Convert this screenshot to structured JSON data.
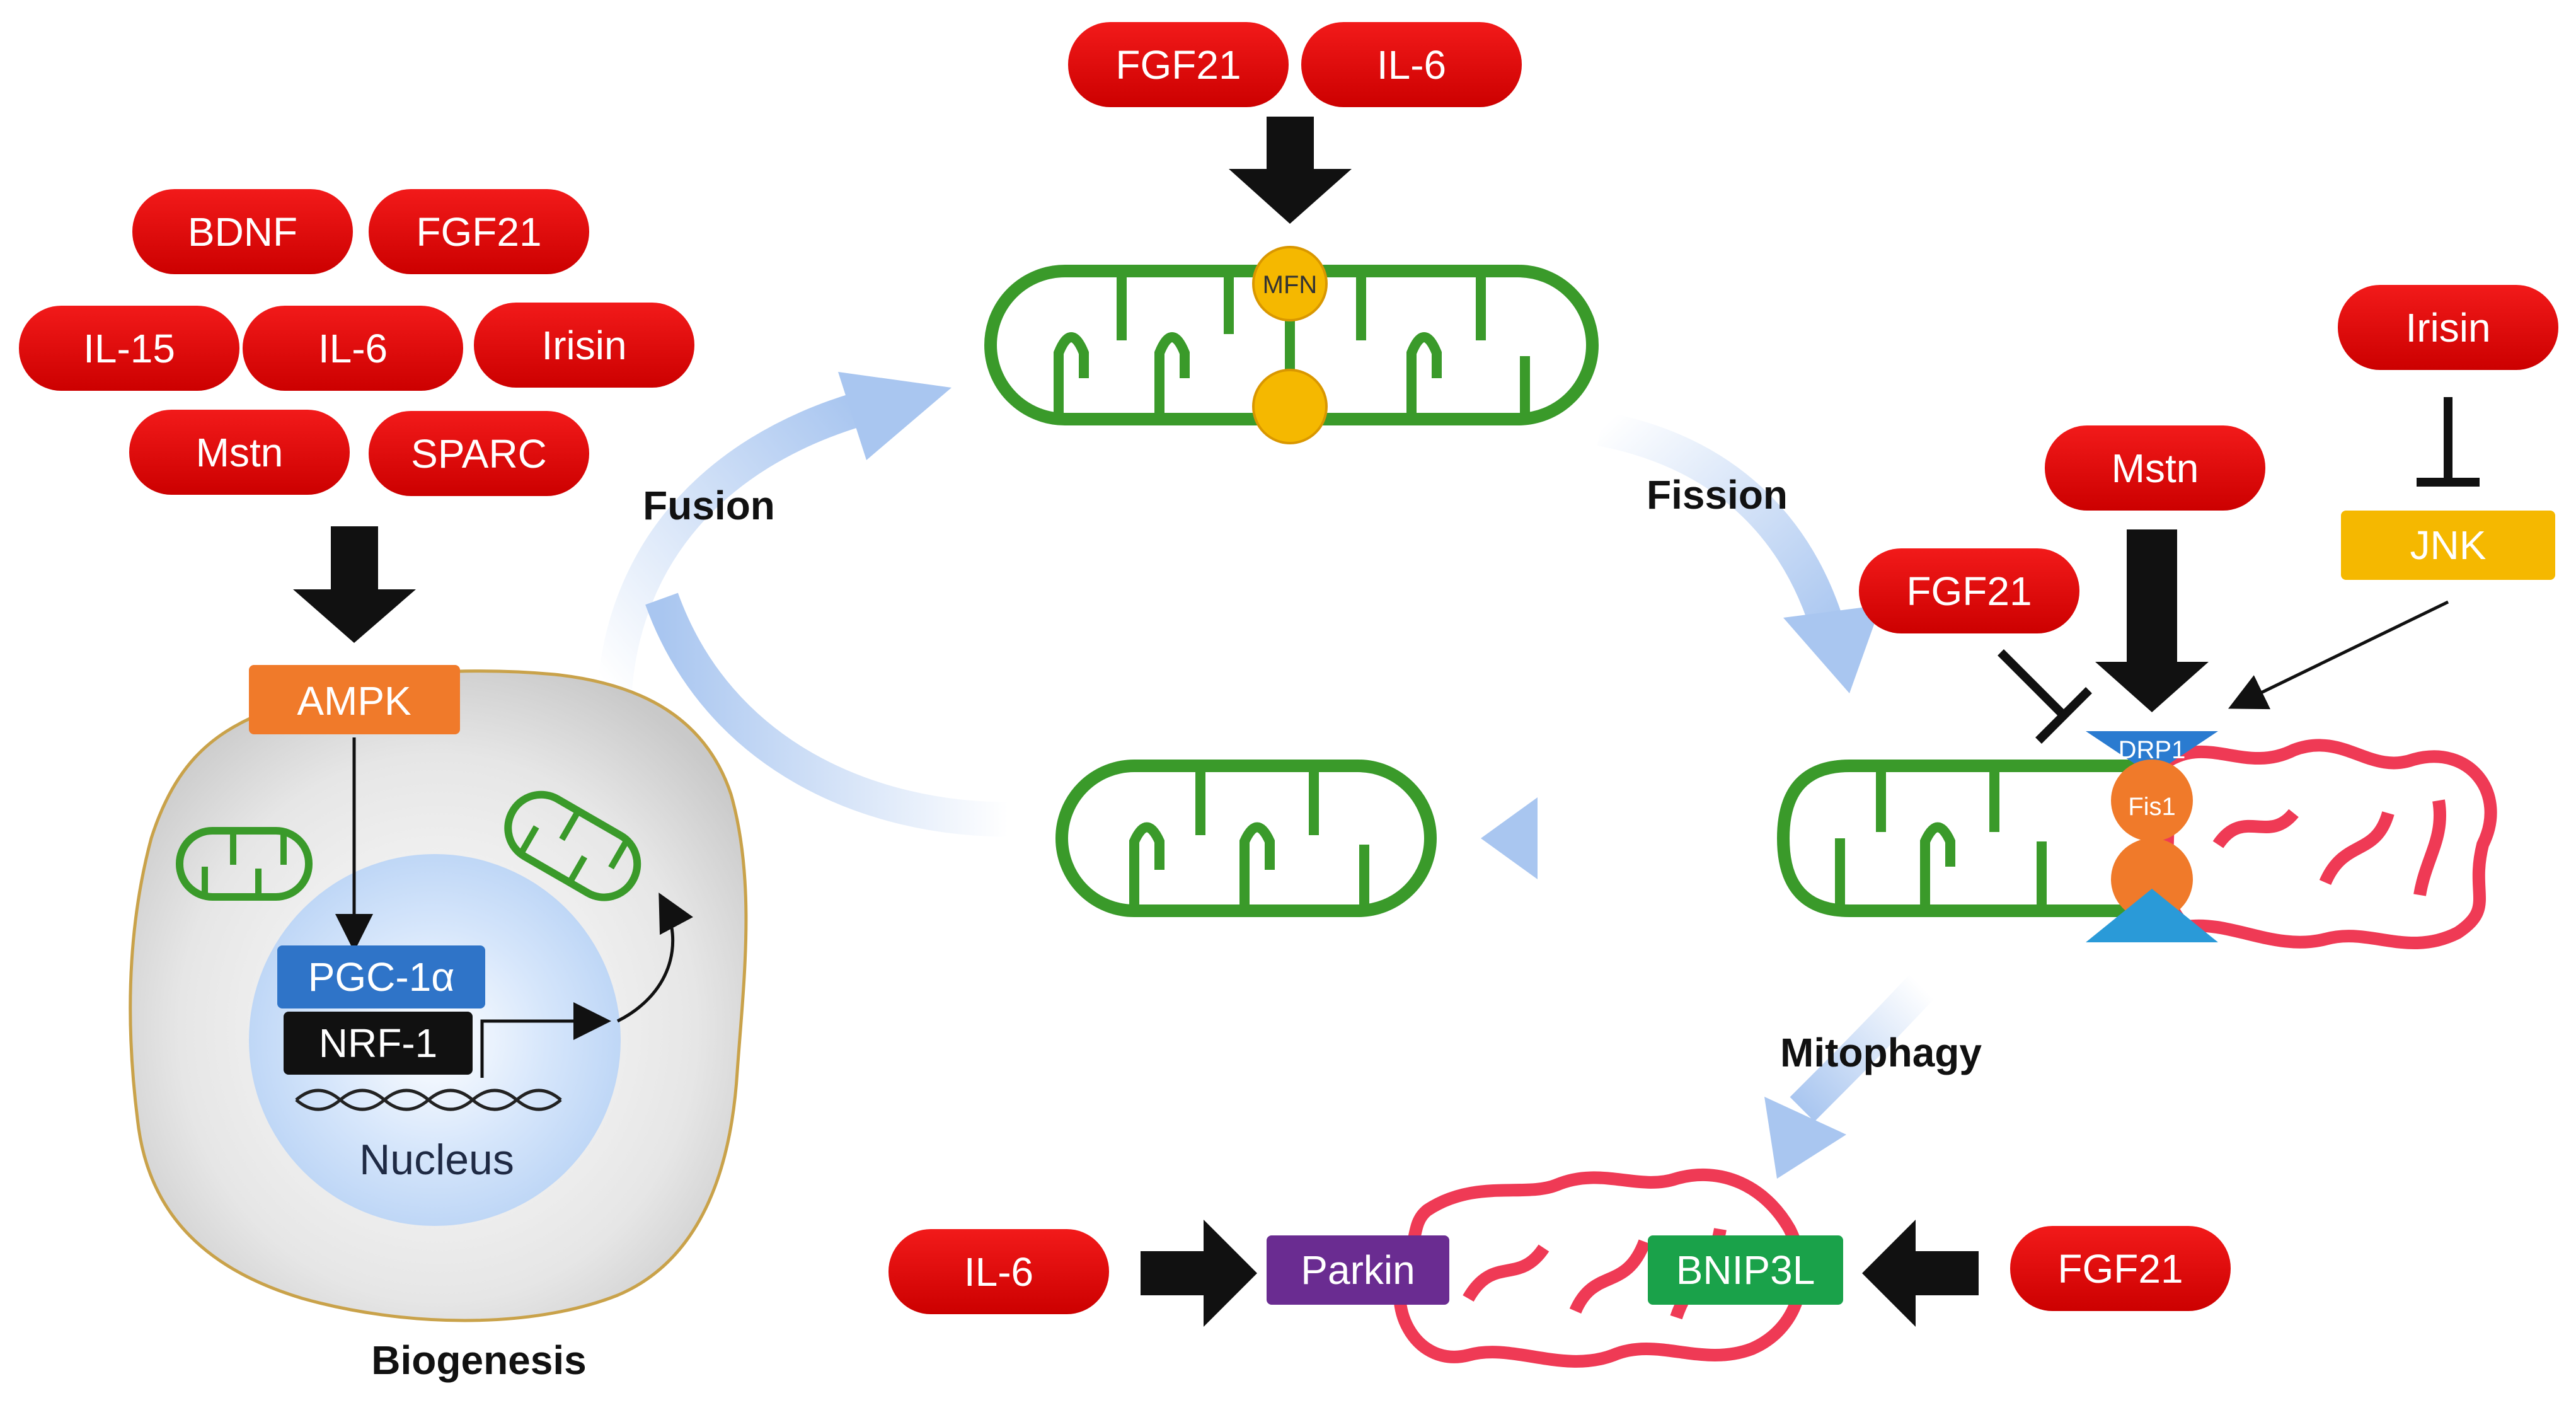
{
  "colors": {
    "pill_red": "#e00000",
    "mito_green": "#3a9a2a",
    "damaged_red": "#ef3a55",
    "ampk_orange": "#f07a2a",
    "pgc_blue": "#2f74c8",
    "nrf_black": "#111111",
    "jnk_yellow": "#f5b800",
    "parkin_purple": "#6a2c91",
    "bnip3l_green": "#1aa24a",
    "drp1_blue": "#2a7bd0",
    "fis1_orange": "#f07a2a",
    "flow_arrow": "#a9c6f0"
  },
  "biogenesis": {
    "myokines": [
      "BDNF",
      "FGF21",
      "IL-15",
      "IL-6",
      "Irisin",
      "Mstn",
      "SPARC"
    ],
    "ampk": "AMPK",
    "pgc1a": "PGC-1α",
    "nrf1": "NRF-1",
    "nucleus": "Nucleus",
    "label": "Biogenesis"
  },
  "fusion": {
    "myokines": [
      "FGF21",
      "IL-6"
    ],
    "mfn": "MFN",
    "label": "Fusion"
  },
  "fission": {
    "label": "Fission",
    "fgf21": "FGF21",
    "mstn": "Mstn",
    "irisin": "Irisin",
    "jnk": "JNK",
    "drp1": "DRP1",
    "fis1": "Fis1"
  },
  "mitophagy": {
    "label": "Mitophagy",
    "il6": "IL-6",
    "parkin": "Parkin",
    "bnip3l": "BNIP3L",
    "fgf21": "FGF21"
  }
}
